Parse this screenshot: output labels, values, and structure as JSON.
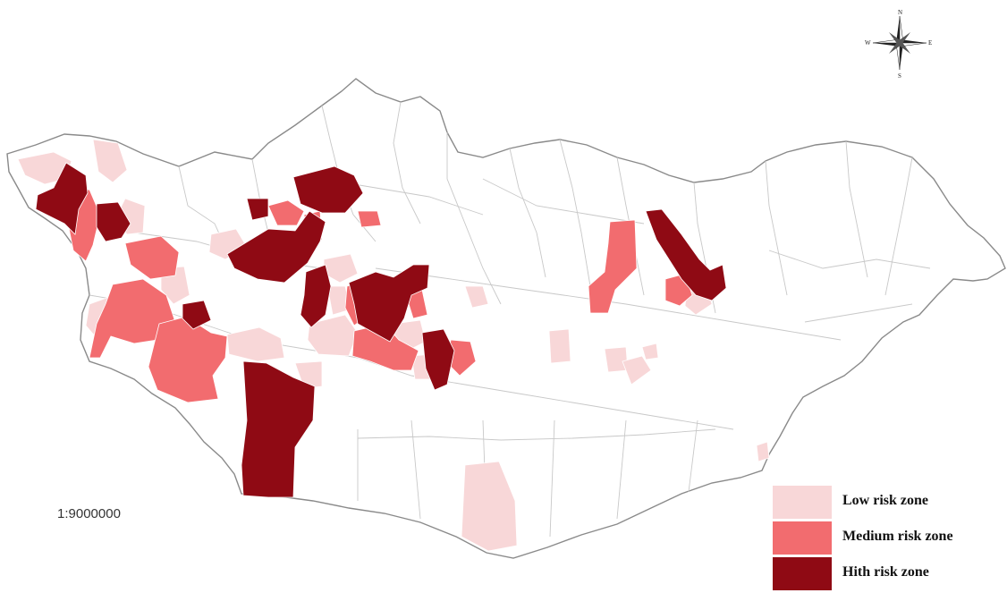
{
  "map": {
    "scale": "1:9000000",
    "compass": {
      "north": "N",
      "south": "S",
      "east": "E",
      "west": "W",
      "icon": "compass-rose-icon"
    },
    "legend": [
      {
        "label": "Low risk zone",
        "color": "#f8d7d8",
        "level": "low"
      },
      {
        "label": "Medium risk zone",
        "color": "#f26c6f",
        "level": "medium"
      },
      {
        "label": "Hith risk zone",
        "color": "#8f0a14",
        "level": "high"
      }
    ],
    "colors": {
      "outline": "#8a8a8a",
      "background": "#ffffff",
      "district_lines": "#c8c8c8"
    }
  }
}
